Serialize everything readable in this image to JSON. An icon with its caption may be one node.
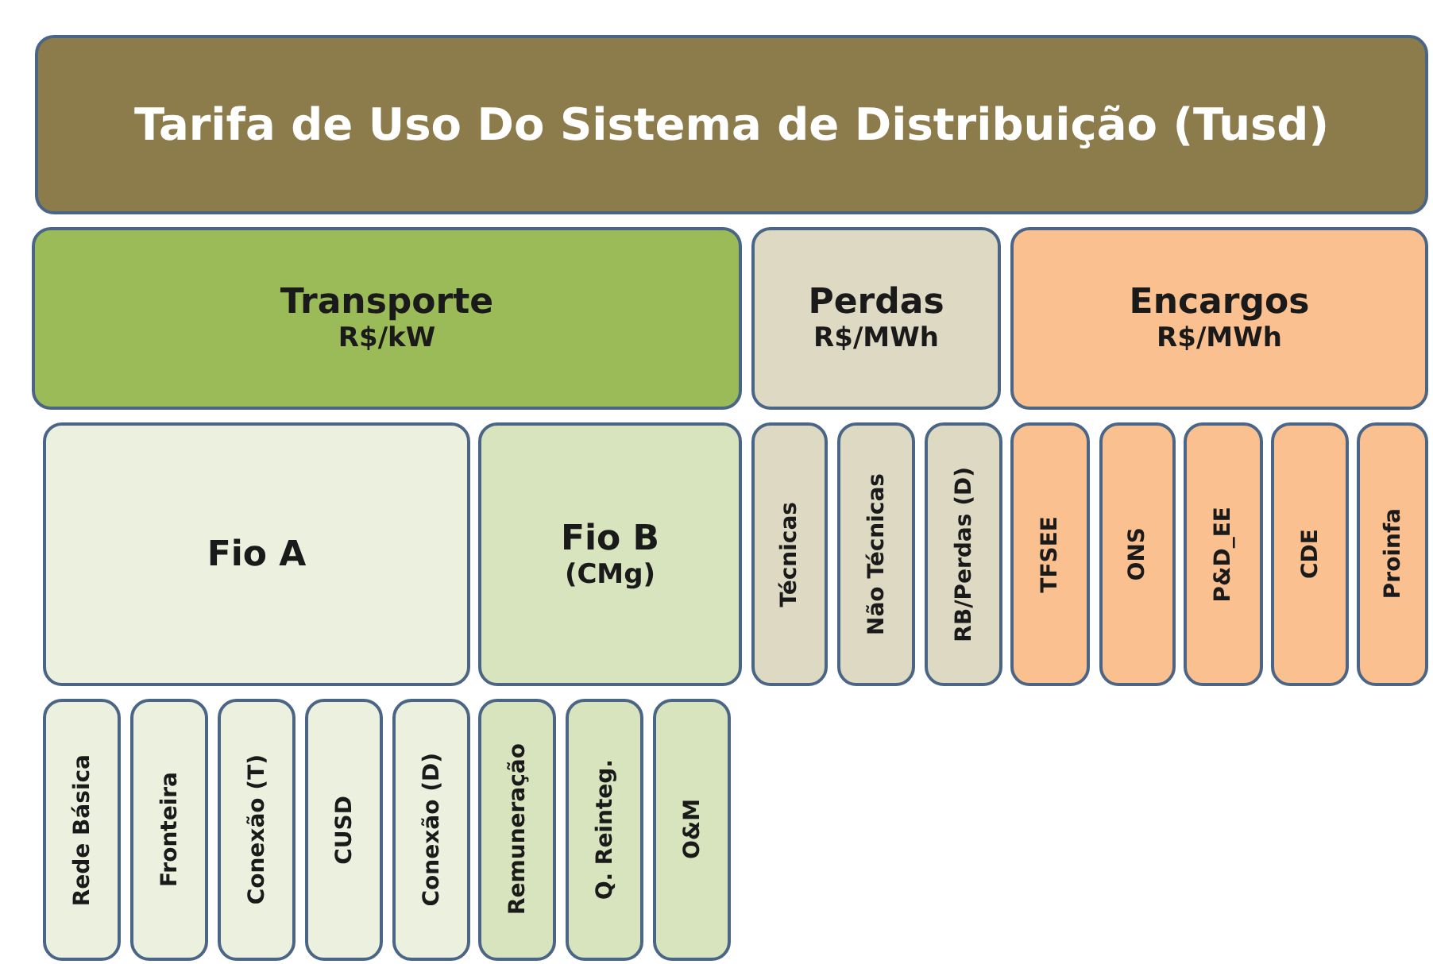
{
  "diagram": {
    "nodes": [
      {
        "text": [
          "Tarifa de Uso Do Sistema de Distribuição (Tusd)"
        ]
      },
      {
        "text": [
          "Transporte",
          "R$/kW"
        ]
      },
      {
        "text": [
          "Perdas",
          "R$/MWh"
        ]
      },
      {
        "text": [
          "Encargos",
          "R$/MWh"
        ]
      },
      {
        "text": [
          "Fio A"
        ]
      },
      {
        "text": [
          "Fio B",
          "(CMg)"
        ]
      },
      {
        "text": [
          "Técnicas"
        ]
      },
      {
        "text": [
          "Não Técnicas"
        ]
      },
      {
        "text": [
          "RB/Perdas (D)"
        ]
      },
      {
        "text": [
          "TFSEE"
        ]
      },
      {
        "text": [
          "ONS"
        ]
      },
      {
        "text": [
          "P&D_EE"
        ]
      },
      {
        "text": [
          "CDE"
        ]
      },
      {
        "text": [
          "Proinfa"
        ]
      },
      {
        "text": [
          "Rede Básica"
        ]
      },
      {
        "text": [
          "Fronteira"
        ]
      },
      {
        "text": [
          "Conexão (T)"
        ]
      },
      {
        "text": [
          "CUSD"
        ]
      },
      {
        "text": [
          "Conexão (D)"
        ]
      },
      {
        "text": [
          "Remuneração"
        ]
      },
      {
        "text": [
          "Q. Reinteg."
        ]
      },
      {
        "text": [
          "O&M"
        ]
      }
    ]
  }
}
